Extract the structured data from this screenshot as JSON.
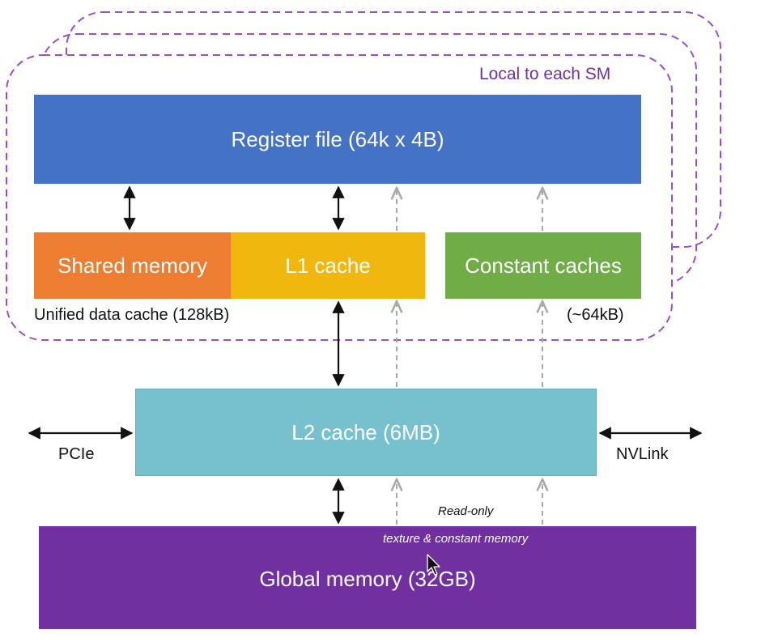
{
  "sm_region": {
    "label": "Local to each SM"
  },
  "register_file": {
    "label": "Register file (64k x 4B)"
  },
  "shared_memory": {
    "label": "Shared memory"
  },
  "l1_cache": {
    "label": "L1 cache"
  },
  "constant_caches": {
    "label": "Constant caches"
  },
  "unified_cache": {
    "label": "Unified data cache (128kB)"
  },
  "constant_cache_size": {
    "label": "(~64kB)"
  },
  "l2_cache": {
    "label": "L2 cache (6MB)"
  },
  "pcie": {
    "label": "PCIe"
  },
  "nvlink": {
    "label": "NVLink"
  },
  "read_only": {
    "label": "Read-only"
  },
  "texture_constant": {
    "label": "texture & constant memory"
  },
  "global_memory": {
    "label": "Global memory (32GB)"
  },
  "colors": {
    "register_file": "#4472c4",
    "shared_memory": "#ed7d31",
    "l1_cache": "#f0b70f",
    "constant_caches": "#70ad47",
    "l2_cache": "#77c1cf",
    "global_memory": "#7030a0",
    "sm_border": "#9b4fc7"
  }
}
